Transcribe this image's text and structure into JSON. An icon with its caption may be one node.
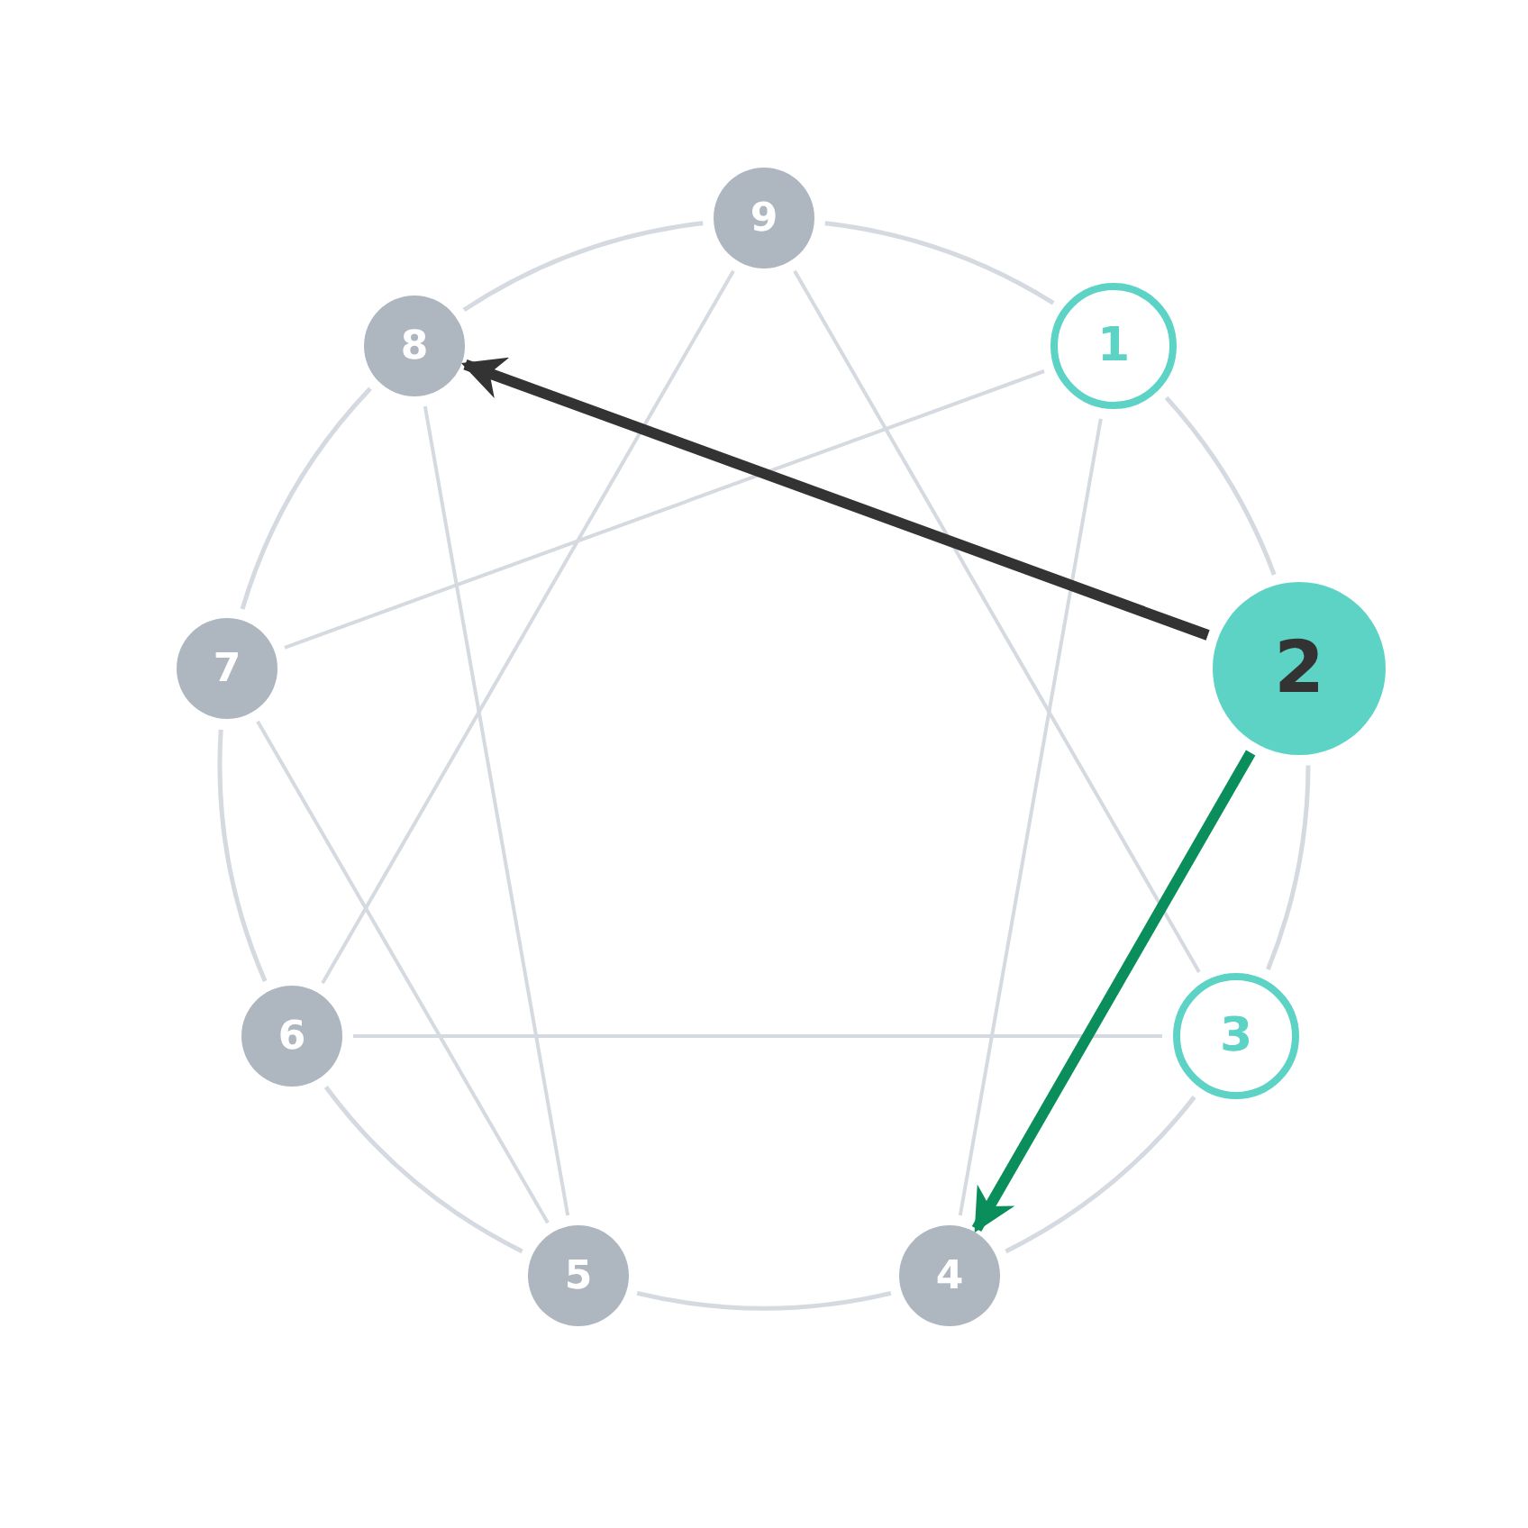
{
  "diagram": {
    "nodes": [
      {
        "text": [
          "9"
        ]
      },
      {
        "text": [
          "8"
        ]
      },
      {
        "text": [
          "1"
        ]
      },
      {
        "text": [
          "7"
        ]
      },
      {
        "text": [
          "2"
        ]
      },
      {
        "text": [
          "6"
        ]
      },
      {
        "text": [
          "3"
        ]
      },
      {
        "text": [
          "5"
        ]
      },
      {
        "text": [
          "4"
        ]
      }
    ],
    "edges": [
      {
        "from": 0,
        "to": 2,
        "arrow": "none"
      },
      {
        "from": 2,
        "to": 4,
        "arrow": "none"
      },
      {
        "from": 4,
        "to": 6,
        "arrow": "none"
      },
      {
        "from": 6,
        "to": 8,
        "arrow": "none"
      },
      {
        "from": 8,
        "to": 7,
        "arrow": "none"
      },
      {
        "from": 7,
        "to": 5,
        "arrow": "none"
      },
      {
        "from": 5,
        "to": 3,
        "arrow": "none"
      },
      {
        "from": 3,
        "to": 1,
        "arrow": "none"
      },
      {
        "from": 1,
        "to": 0,
        "arrow": "none"
      },
      {
        "from": 2,
        "to": 3,
        "arrow": "none"
      },
      {
        "from": 3,
        "to": 7,
        "arrow": "none"
      },
      {
        "from": 7,
        "to": 1,
        "arrow": "none"
      },
      {
        "from": 8,
        "to": 2,
        "arrow": "none"
      },
      {
        "from": 0,
        "to": 6,
        "arrow": "none"
      },
      {
        "from": 6,
        "to": 5,
        "arrow": "none"
      },
      {
        "from": 5,
        "to": 0,
        "arrow": "none"
      },
      {
        "from": 4,
        "to": 1,
        "arrow": "to",
        "style": "thick",
        "color": "#333333"
      },
      {
        "from": 4,
        "to": 8,
        "arrow": "to",
        "style": "thick",
        "color": "#0a8f5c"
      }
    ]
  }
}
